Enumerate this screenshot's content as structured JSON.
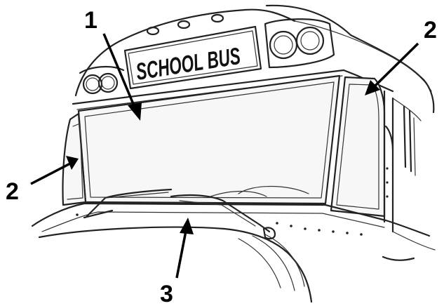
{
  "figure": {
    "sign_text": "SCHOOL BUS",
    "callouts": {
      "windshield": "1",
      "right_corner_window": "2",
      "left_corner_window": "2",
      "wiper": "3"
    }
  },
  "colors": {
    "ink": "#222222",
    "background": "#ffffff",
    "glass": "#f7f7f7"
  }
}
